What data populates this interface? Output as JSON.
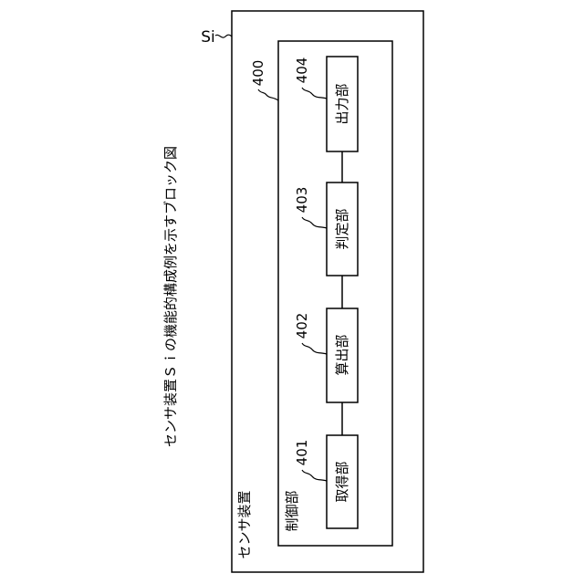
{
  "caption": "センサ装置Ｓｉの機能的構成例を示すブロック図",
  "device": {
    "ref": "Si",
    "label": "センサ装置"
  },
  "control": {
    "ref": "400",
    "label": "制御部"
  },
  "blocks": [
    {
      "ref": "401",
      "label": "取得部"
    },
    {
      "ref": "402",
      "label": "算出部"
    },
    {
      "ref": "403",
      "label": "判定部"
    },
    {
      "ref": "404",
      "label": "出力部"
    }
  ]
}
